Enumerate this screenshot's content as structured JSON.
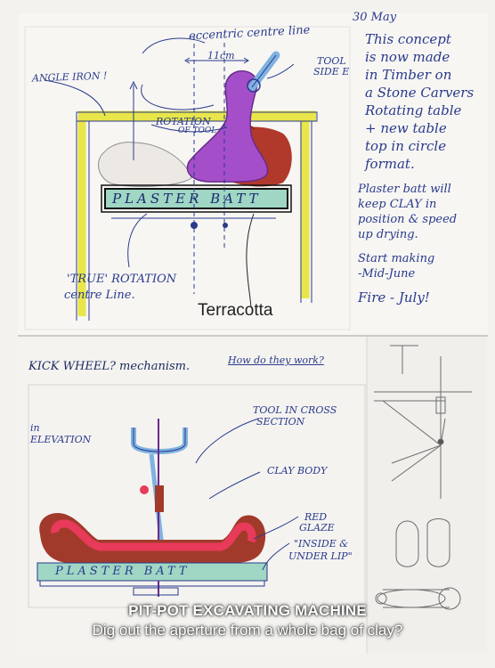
{
  "top_sketch": {
    "labels": {
      "eccentric": "eccentric centre line",
      "dimension": "11cm",
      "tool": "TOOL",
      "side": "SIDE E",
      "angle_iron": "ANGLE IRON !",
      "rotation": "ROTATION",
      "of_tool": "OF TOOL",
      "plaster_batt": "PLASTER BATT",
      "true_rotation_1": "'TRUE' ROTATION",
      "true_rotation_2": "centre Line."
    },
    "notes": [
      "30 May",
      "This concept",
      "is now made",
      "in Timber on",
      "a Stone Carvers",
      "Rotating table",
      "+ new table",
      "top in circle",
      "format.",
      "Plaster batt will",
      "keep CLAY in",
      "position & speed",
      "up drying.",
      "Start making",
      "-Mid-June",
      "Fire - July!"
    ],
    "caption": "Terracotta"
  },
  "bottom_sketch": {
    "kick_wheel": "KICK WHEEL? mechanism.",
    "how_work": "How do they work?",
    "elevation_1": "in",
    "elevation_2": "ELEVATION",
    "tool_section_1": "TOOL IN CROSS",
    "tool_section_2": "SECTION",
    "clay_body": "CLAY BODY",
    "red_glaze_1": "RED",
    "red_glaze_2": "GLAZE",
    "inside_1": "\"INSIDE &",
    "inside_2": "UNDER LIP\"",
    "plaster_batt": "PLASTER BATT"
  },
  "caption": {
    "title": "PIT-POT EXCAVATING MACHINE",
    "subtitle": "Dig out the aperture from a whole bag of clay?"
  },
  "colors": {
    "ink": "#2a3a8c",
    "yellow": "#e8e64a",
    "purple": "#a44fc9",
    "clay": "#a23a2c",
    "plaster": "#9fd6c4",
    "tool_blue": "#7fb2e0",
    "red_glaze": "#e83a5a"
  }
}
